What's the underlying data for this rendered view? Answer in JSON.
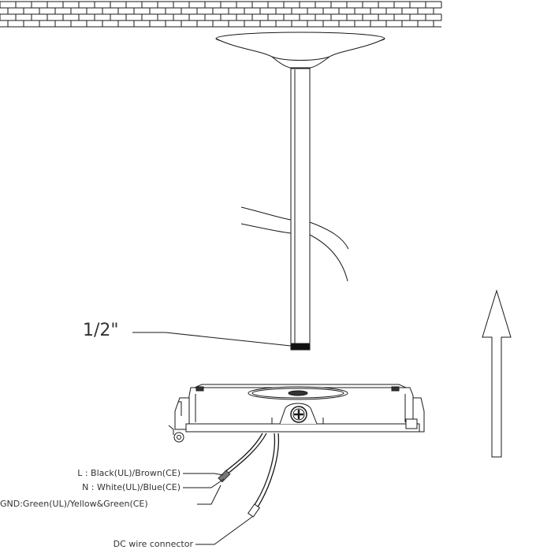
{
  "diagram": {
    "pipe_size_label": "1/2\"",
    "labels": {
      "line_wire": "L : Black(UL)/Brown(CE)",
      "neutral_wire": "N : White(UL)/Blue(CE)",
      "ground_wire": "GND:Green(UL)/Yellow&Green(CE)",
      "dc_connector": "DC wire connector"
    },
    "colors": {
      "stroke": "#1a1a1a",
      "label_text": "#333333",
      "background": "#ffffff"
    },
    "icons": [
      "brick-ceiling",
      "canopy",
      "conduit-pipe",
      "fixture-housing",
      "screw-icon",
      "up-arrow-icon"
    ]
  }
}
